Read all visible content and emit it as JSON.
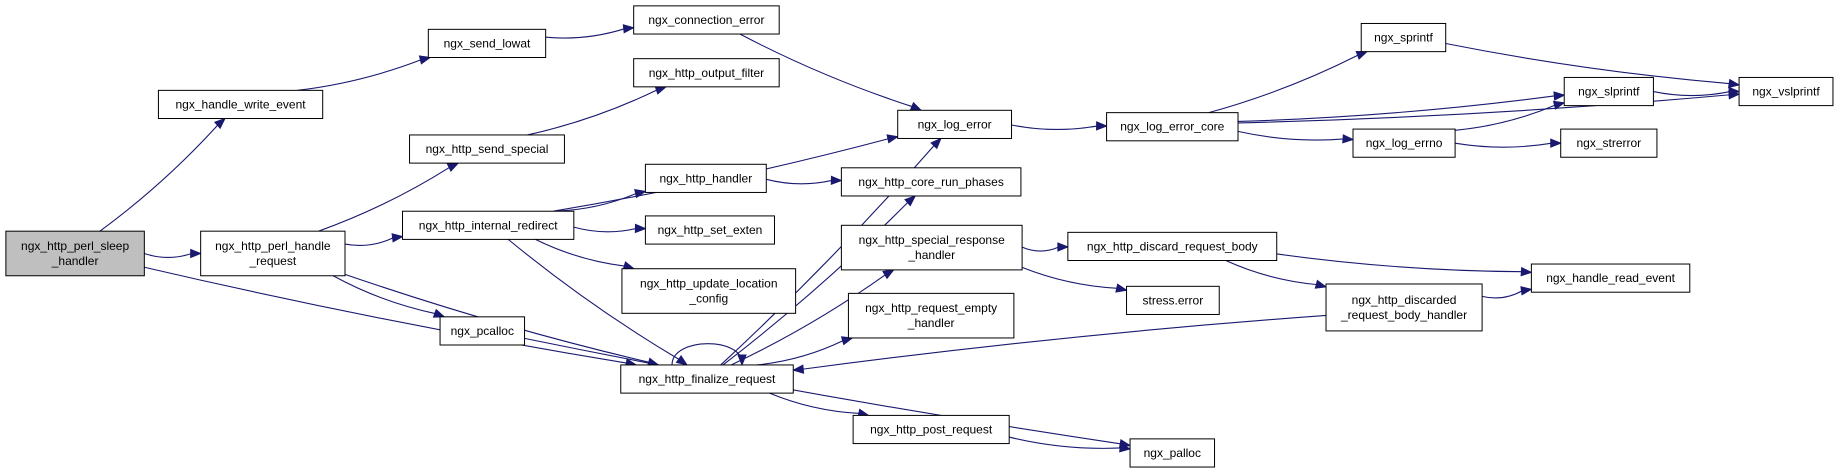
{
  "colors": {
    "node_fill": "#ffffff",
    "root_fill": "#bfbfbf",
    "node_border": "#000000",
    "edge": "#191970"
  },
  "nodes": {
    "sleep_handler": {
      "lines": [
        "ngx_http_perl_sleep",
        "_handler"
      ],
      "root": true
    },
    "handle_write_event": {
      "lines": [
        "ngx_handle_write_event"
      ]
    },
    "perl_handle_request": {
      "lines": [
        "ngx_http_perl_handle",
        "_request"
      ]
    },
    "send_lowat": {
      "lines": [
        "ngx_send_lowat"
      ]
    },
    "connection_error": {
      "lines": [
        "ngx_connection_error"
      ]
    },
    "output_filter": {
      "lines": [
        "ngx_http_output_filter"
      ]
    },
    "send_special": {
      "lines": [
        "ngx_http_send_special"
      ]
    },
    "internal_redirect": {
      "lines": [
        "ngx_http_internal_redirect"
      ]
    },
    "http_handler": {
      "lines": [
        "ngx_http_handler"
      ]
    },
    "set_exten": {
      "lines": [
        "ngx_http_set_exten"
      ]
    },
    "update_location_config": {
      "lines": [
        "ngx_http_update_location",
        "_config"
      ]
    },
    "pcalloc": {
      "lines": [
        "ngx_pcalloc"
      ]
    },
    "finalize_request": {
      "lines": [
        "ngx_http_finalize_request"
      ]
    },
    "log_error": {
      "lines": [
        "ngx_log_error"
      ]
    },
    "core_run_phases": {
      "lines": [
        "ngx_http_core_run_phases"
      ]
    },
    "special_response_handler": {
      "lines": [
        "ngx_http_special_response",
        "_handler"
      ]
    },
    "request_empty_handler": {
      "lines": [
        "ngx_http_request_empty",
        "_handler"
      ]
    },
    "post_request": {
      "lines": [
        "ngx_http_post_request"
      ]
    },
    "log_error_core": {
      "lines": [
        "ngx_log_error_core"
      ]
    },
    "discard_request_body": {
      "lines": [
        "ngx_http_discard_request_body"
      ]
    },
    "stress_error": {
      "lines": [
        "stress.error"
      ]
    },
    "palloc": {
      "lines": [
        "ngx_palloc"
      ]
    },
    "sprintf": {
      "lines": [
        "ngx_sprintf"
      ]
    },
    "slprintf": {
      "lines": [
        "ngx_slprintf"
      ]
    },
    "log_errno": {
      "lines": [
        "ngx_log_errno"
      ]
    },
    "discarded_request_body_handler": {
      "lines": [
        "ngx_http_discarded",
        "_request_body_handler"
      ]
    },
    "vslprintf": {
      "lines": [
        "ngx_vslprintf"
      ]
    },
    "strerror": {
      "lines": [
        "ngx_strerror"
      ]
    },
    "handle_read_event": {
      "lines": [
        "ngx_handle_read_event"
      ]
    }
  },
  "edges": [
    [
      "sleep_handler",
      "handle_write_event"
    ],
    [
      "sleep_handler",
      "perl_handle_request"
    ],
    [
      "sleep_handler",
      "finalize_request"
    ],
    [
      "handle_write_event",
      "send_lowat"
    ],
    [
      "send_lowat",
      "connection_error"
    ],
    [
      "connection_error",
      "log_error"
    ],
    [
      "perl_handle_request",
      "send_special"
    ],
    [
      "perl_handle_request",
      "internal_redirect"
    ],
    [
      "perl_handle_request",
      "pcalloc"
    ],
    [
      "perl_handle_request",
      "finalize_request"
    ],
    [
      "send_special",
      "output_filter"
    ],
    [
      "internal_redirect",
      "log_error"
    ],
    [
      "internal_redirect",
      "http_handler"
    ],
    [
      "internal_redirect",
      "set_exten"
    ],
    [
      "internal_redirect",
      "update_location_config"
    ],
    [
      "internal_redirect",
      "finalize_request"
    ],
    [
      "http_handler",
      "core_run_phases"
    ],
    [
      "pcalloc",
      "palloc"
    ],
    [
      "finalize_request",
      "finalize_request"
    ],
    [
      "finalize_request",
      "log_error"
    ],
    [
      "finalize_request",
      "core_run_phases"
    ],
    [
      "finalize_request",
      "special_response_handler"
    ],
    [
      "finalize_request",
      "request_empty_handler"
    ],
    [
      "finalize_request",
      "post_request"
    ],
    [
      "post_request",
      "palloc"
    ],
    [
      "log_error",
      "log_error_core"
    ],
    [
      "log_error_core",
      "sprintf"
    ],
    [
      "log_error_core",
      "slprintf"
    ],
    [
      "log_error_core",
      "log_errno"
    ],
    [
      "log_error_core",
      "vslprintf"
    ],
    [
      "sprintf",
      "vslprintf"
    ],
    [
      "slprintf",
      "vslprintf"
    ],
    [
      "log_errno",
      "slprintf"
    ],
    [
      "log_errno",
      "strerror"
    ],
    [
      "special_response_handler",
      "discard_request_body"
    ],
    [
      "special_response_handler",
      "stress_error"
    ],
    [
      "discard_request_body",
      "discarded_request_body_handler"
    ],
    [
      "discard_request_body",
      "handle_read_event"
    ],
    [
      "discarded_request_body_handler",
      "handle_read_event"
    ],
    [
      "discarded_request_body_handler",
      "finalize_request"
    ]
  ]
}
